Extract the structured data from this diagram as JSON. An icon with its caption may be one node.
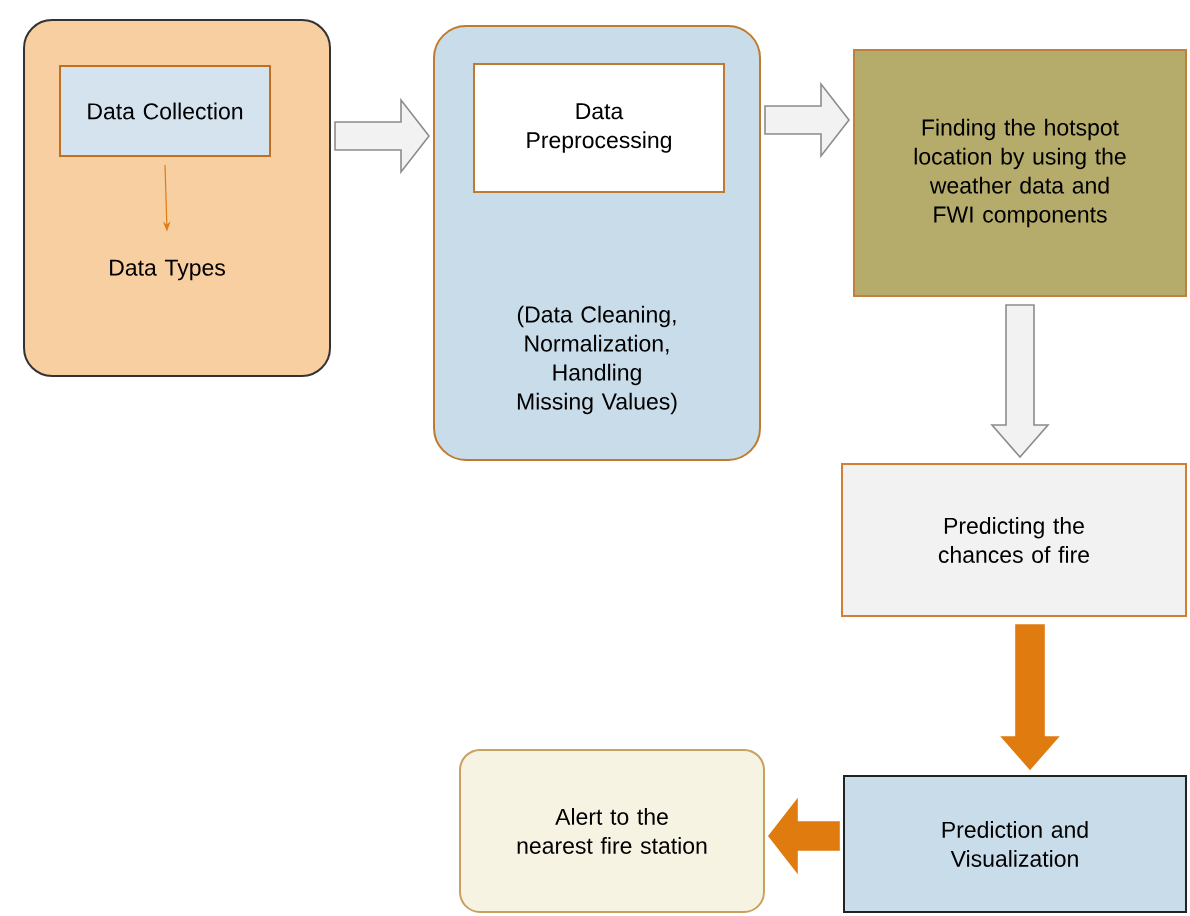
{
  "diagram": {
    "nodes": [
      {
        "text": [],
        "shape": "box"
      },
      {
        "text": [
          "Data Collection"
        ],
        "in": 0
      },
      {
        "text": [
          "Data Types"
        ],
        "in": 0
      },
      {
        "text": [
          "(Data Cleaning, Normalization, Handling Missing Values)"
        ]
      },
      {
        "text": [
          "Data Preprocessing"
        ],
        "in": 3
      },
      {
        "text": [
          "Finding the hotspot location by using the weather data and FWI components"
        ]
      },
      {
        "text": [
          "Predicting the chances of fire"
        ]
      },
      {
        "text": [
          "Prediction and Visualization"
        ]
      },
      {
        "text": [
          "Alert to the nearest fire station"
        ]
      }
    ],
    "edges": [
      {
        "from": 1,
        "to": 2,
        "arrow": "to",
        "color": "#e07b10"
      },
      {
        "from": 0,
        "to": 3,
        "arrow": "to",
        "style": "thick"
      },
      {
        "from": 3,
        "to": 5,
        "arrow": "to",
        "style": "thick"
      },
      {
        "from": 5,
        "to": 6,
        "arrow": "to",
        "style": "thick"
      },
      {
        "from": 6,
        "to": 7,
        "arrow": "to",
        "style": "thick",
        "color": "#e07b10"
      },
      {
        "from": 7,
        "to": 8,
        "arrow": "to",
        "style": "thick",
        "color": "#e07b10"
      }
    ]
  }
}
